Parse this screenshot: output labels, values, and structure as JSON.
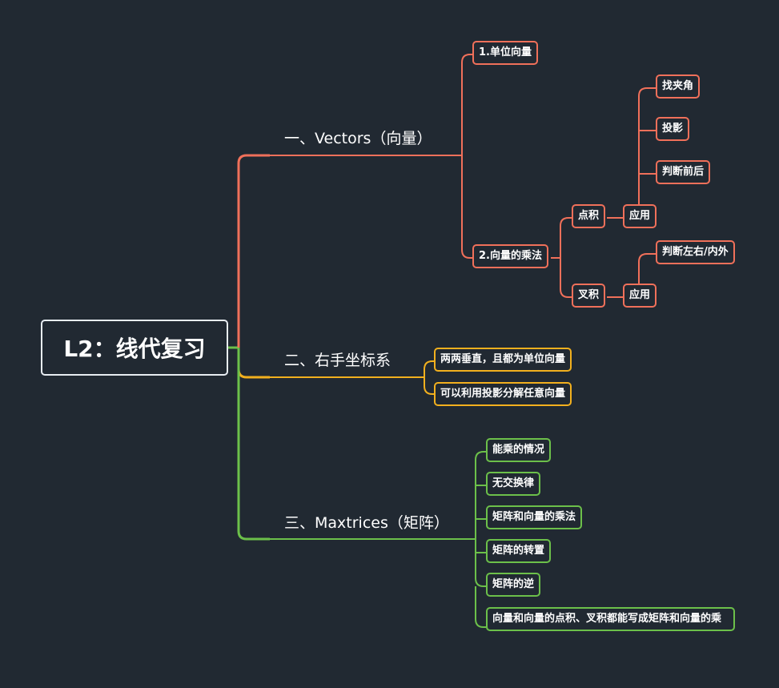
{
  "root": {
    "title": "L2：线代复习"
  },
  "branches": [
    {
      "label": "一、Vectors（向量）",
      "color": "#f0705a"
    },
    {
      "label": "二、右手坐标系",
      "color": "#f2b01e"
    },
    {
      "label": "三、Maxtrices（矩阵）",
      "color": "#6cc04a"
    }
  ],
  "vectors": {
    "unit": "1.单位向量",
    "mult": "2.向量的乘法",
    "dot": "点积",
    "dot_app": "应用",
    "dot_uses": [
      "找夹角",
      "投影",
      "判断前后"
    ],
    "cross": "叉积",
    "cross_app": "应用",
    "cross_uses": [
      "判断左右/内外"
    ]
  },
  "rhs": {
    "items": [
      "两两垂直，且都为单位向量",
      "可以利用投影分解任意向量"
    ]
  },
  "matrices": {
    "items": [
      "能乘的情况",
      "无交换律",
      "矩阵和向量的乘法",
      "矩阵的转置",
      "矩阵的逆",
      "向量和向量的点积、叉积都能写成矩阵和向量的乘"
    ]
  }
}
